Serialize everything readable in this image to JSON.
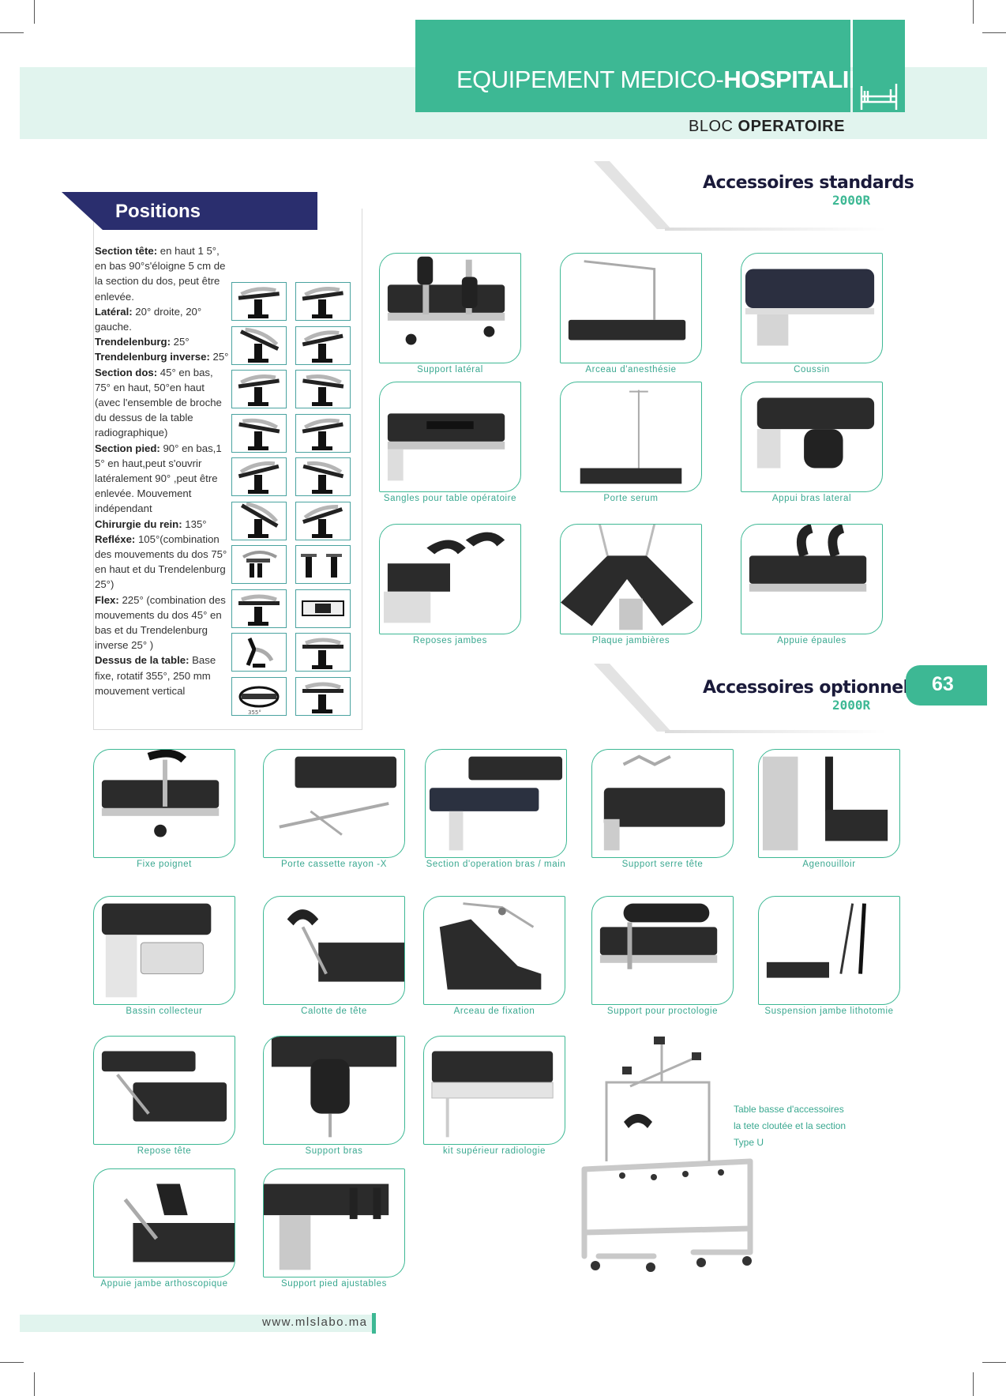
{
  "header": {
    "title_light": "EQUIPEMENT MEDICO-",
    "title_bold": "HOSPITALIER",
    "sub_light": "BLOC ",
    "sub_bold": "OPERATOIRE",
    "bed_icon": "bed-icon"
  },
  "positions": {
    "title": "Positions",
    "items": [
      {
        "label": "Section tête:",
        "text": " en haut 1 5°, en bas 90°s'éloigne 5 cm de la section du dos, peut être enlevée."
      },
      {
        "label": "Latéral:",
        "text": " 20° droite, 20° gauche."
      },
      {
        "label": "Trendelenburg:",
        "text": " 25°"
      },
      {
        "label": "Trendelenburg inverse:",
        "text": " 25°"
      },
      {
        "label": "Section dos:",
        "text": " 45° en bas, 75° en haut, 50°en haut (avec l'ensemble de broche du dessus de la table radiographique)"
      },
      {
        "label": "Section pied:",
        "text": " 90° en bas,1 5° en haut,peut s'ouvrir latéralement 90° ,peut être enlevée. Mouvement indépendant"
      },
      {
        "label": "Chirurgie du rein:",
        "text": " 135°"
      },
      {
        "label": "Refléxe:",
        "text": " 105°(combination des mouvements du dos 75° en haut et du Trendelenburg 25°)"
      },
      {
        "label": "Flex:",
        "text": " 225° (combination des mouvements du dos 45° en bas et du Trendelenburg inverse 25° )"
      },
      {
        "label": "Dessus de la table:",
        "text": " Base fixe, rotatif 355°, 250 mm mouvement vertical"
      }
    ],
    "rotate_label": "355°"
  },
  "standard": {
    "title": "Accessoires standards",
    "model": "2000R",
    "items": [
      "Support latéral",
      "Arceau d'anesthésie",
      "Coussin",
      "Sangles pour table opératoire",
      "Porte serum",
      "Appui bras lateral",
      "Reposes jambes",
      "Plaque jambières",
      "Appuie épaules"
    ]
  },
  "optional": {
    "title": "Accessoires optionnels",
    "model": "2000R",
    "items": [
      "Fixe poignet",
      "Porte cassette rayon -X",
      "Section d'operation bras / main",
      "Support serre tête",
      "Agenouilloir",
      "Bassin collecteur",
      "Calotte de tête",
      "Arceau de fixation",
      "Support pour proctologie",
      "Suspension jambe lithotomie",
      "Repose tête",
      "Support bras",
      "kit supérieur radiologie",
      "Appuie jambe arthoscopique",
      "Support pied ajustables"
    ],
    "table_note": [
      "Table basse d'accessoires",
      "la tete cloutée et la section",
      "Type U"
    ]
  },
  "page_number": "63",
  "footer": {
    "url": "www.mlslabo.ma"
  },
  "colors": {
    "accent": "#3db894",
    "navy": "#2a2e6e",
    "band": "#e1f4ee"
  }
}
